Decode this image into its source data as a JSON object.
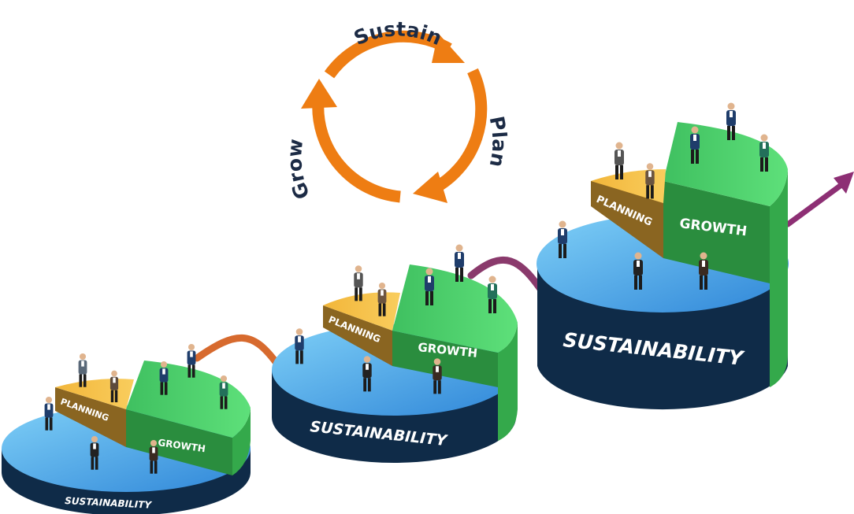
{
  "cycle": {
    "labels": {
      "top": "Sustain",
      "right": "Plan",
      "left": "Grow"
    },
    "color": "#ee7d13",
    "text_color": "#1c2b45"
  },
  "stages": [
    {
      "sustainability_label": "SUSTAINABILITY",
      "planning_label": "PLANNING",
      "growth_label": "GROWTH"
    },
    {
      "sustainability_label": "SUSTAINABILITY",
      "planning_label": "PLANNING",
      "growth_label": "GROWTH"
    },
    {
      "sustainability_label": "SUSTAINABILITY",
      "planning_label": "PLANNING",
      "growth_label": "GROWTH"
    }
  ],
  "colors": {
    "base_top_light": "#66c2f4",
    "base_top_dark": "#2f8bdc",
    "base_side": "#0f2b48",
    "planning_top": "#f6bf3f",
    "planning_side": "#8a6521",
    "growth_top": "#56d66b",
    "growth_side": "#2a8d3e",
    "path_orange": "#d76a2e",
    "path_purple": "#8a3a6c",
    "arrow": "#8d2f74"
  }
}
